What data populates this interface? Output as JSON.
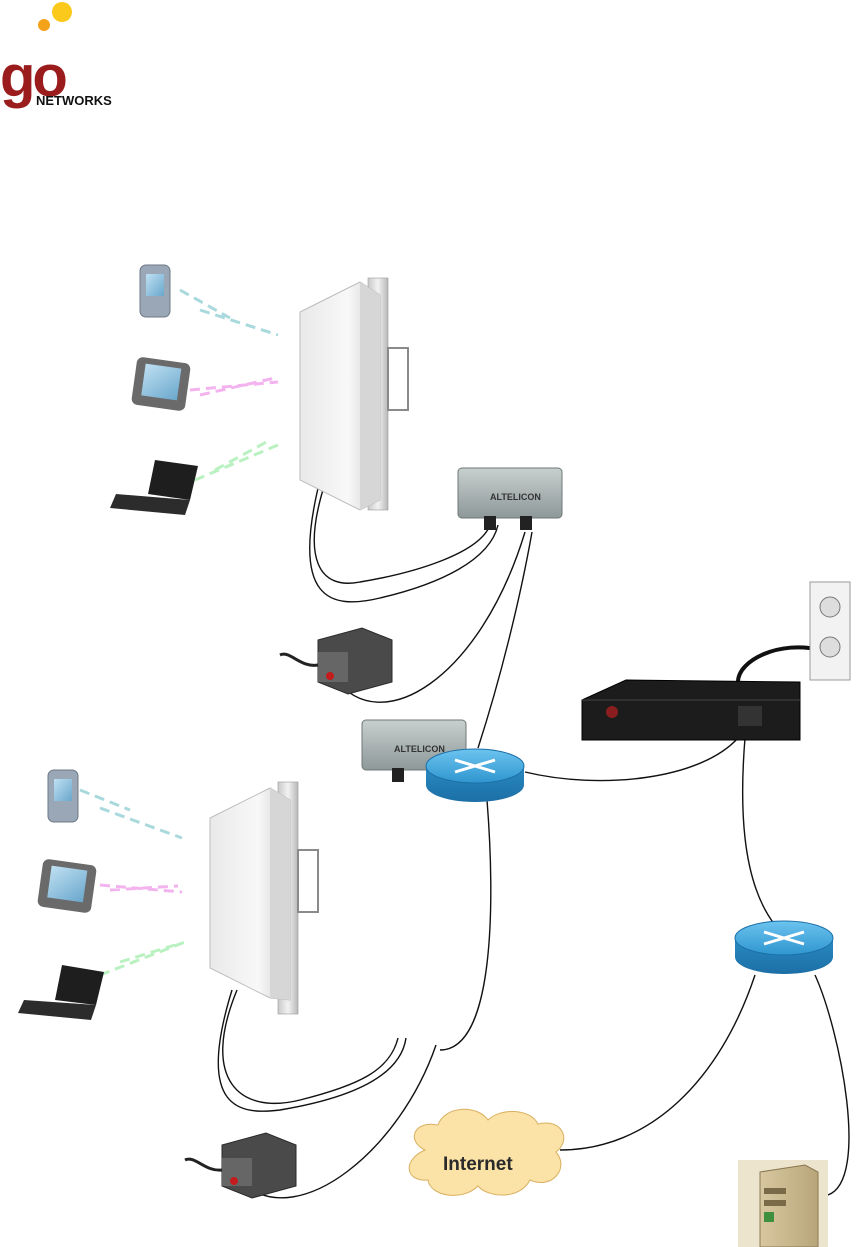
{
  "logo": {
    "word": "go",
    "sub": "NETWORKS"
  },
  "devices": {
    "box_brand": "ALTELICON",
    "cloud_label": "Internet"
  },
  "colors": {
    "logo_red": "#9b1c1c",
    "logo_orange": "#f3a21a",
    "logo_yellow": "#fbc91c",
    "link_cyan": "#a9d9dc",
    "link_pink": "#f2b3ee",
    "link_green": "#b9f1c0",
    "router_blue": "#2f96cf",
    "cloud_fill": "#fbe2a6",
    "cable": "#111111"
  }
}
